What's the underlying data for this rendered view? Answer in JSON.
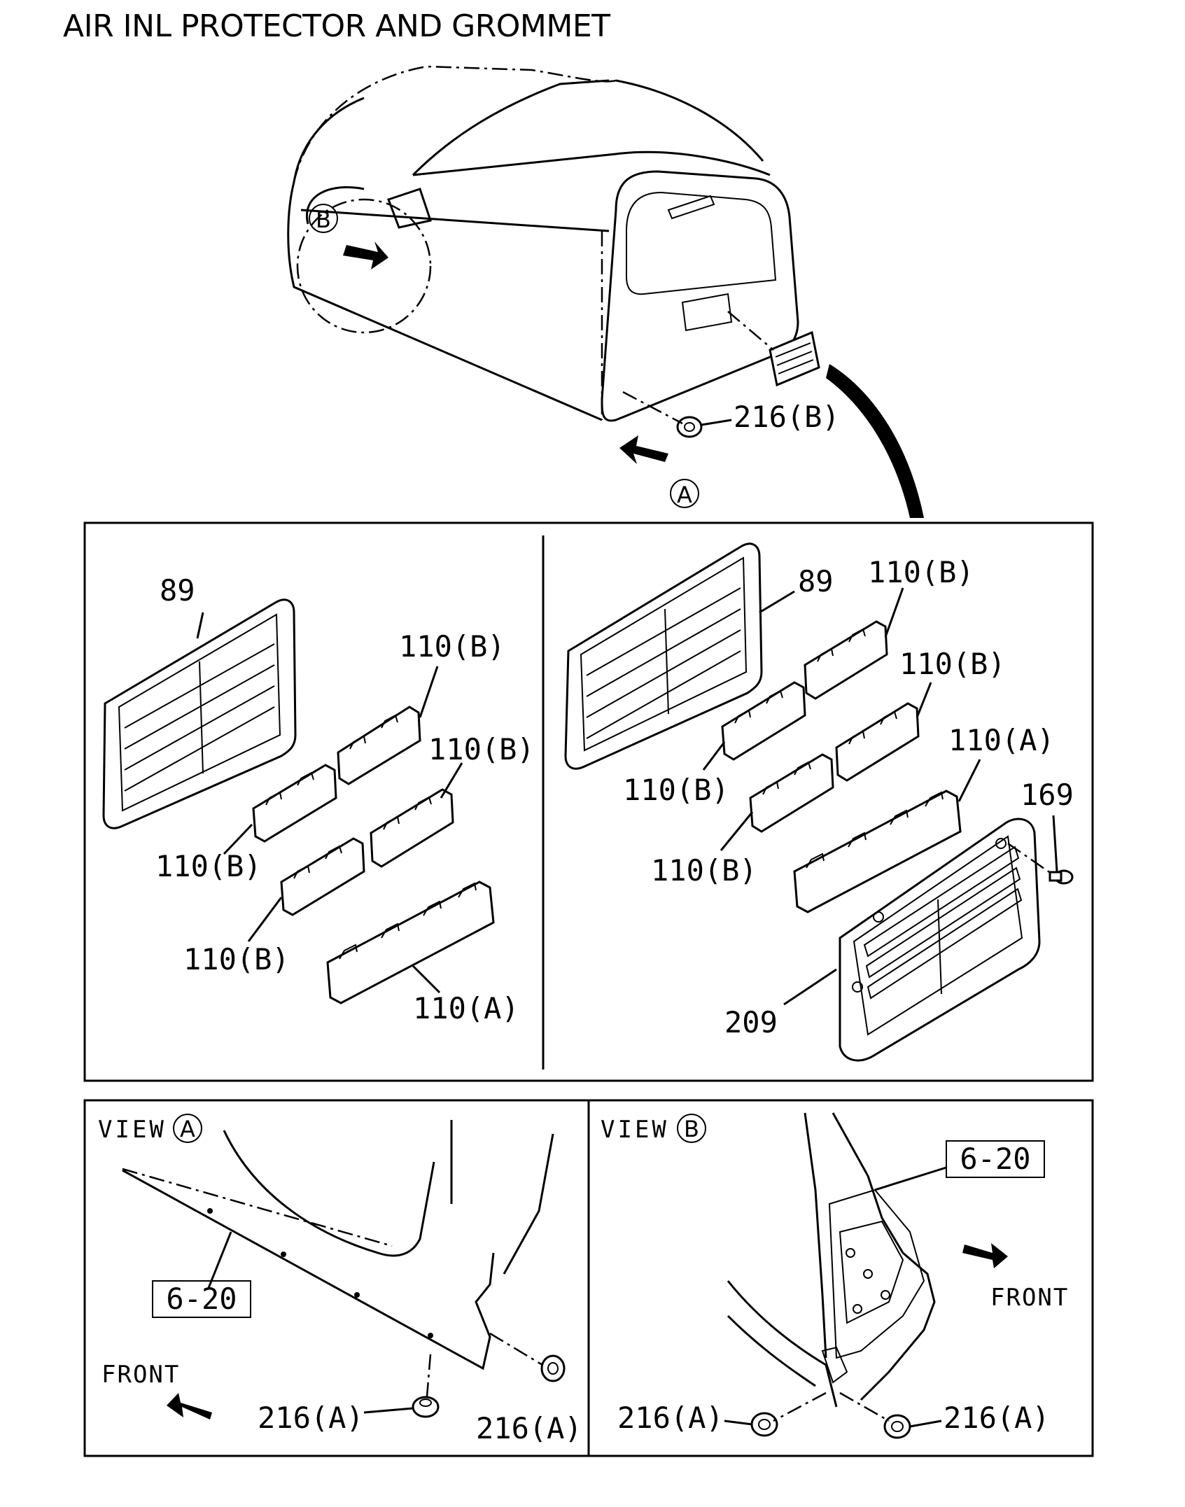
{
  "title": "AIR INL PROTECTOR AND GROMMET",
  "callouts": {
    "overview_b": "B",
    "overview_a": "A",
    "grommet_216b": "216(B)"
  },
  "panel_left": {
    "part_89": "89",
    "part_110b_1": "110(B)",
    "part_110b_2": "110(B)",
    "part_110b_3": "110(B)",
    "part_110b_4": "110(B)",
    "part_110a": "110(A)"
  },
  "panel_right": {
    "part_89": "89",
    "part_110b_1": "110(B)",
    "part_110b_2": "110(B)",
    "part_110b_3": "110(B)",
    "part_110b_4": "110(B)",
    "part_110a": "110(A)",
    "part_169": "169",
    "part_209": "209"
  },
  "view_a": {
    "label": "VIEW",
    "circle": "A",
    "ref_box": "6-20",
    "front": "FRONT",
    "grommet_1": "216(A)",
    "grommet_2": "216(A)"
  },
  "view_b": {
    "label": "VIEW",
    "circle": "B",
    "ref_box": "6-20",
    "front": "FRONT",
    "grommet_1": "216(A)",
    "grommet_2": "216(A)"
  }
}
